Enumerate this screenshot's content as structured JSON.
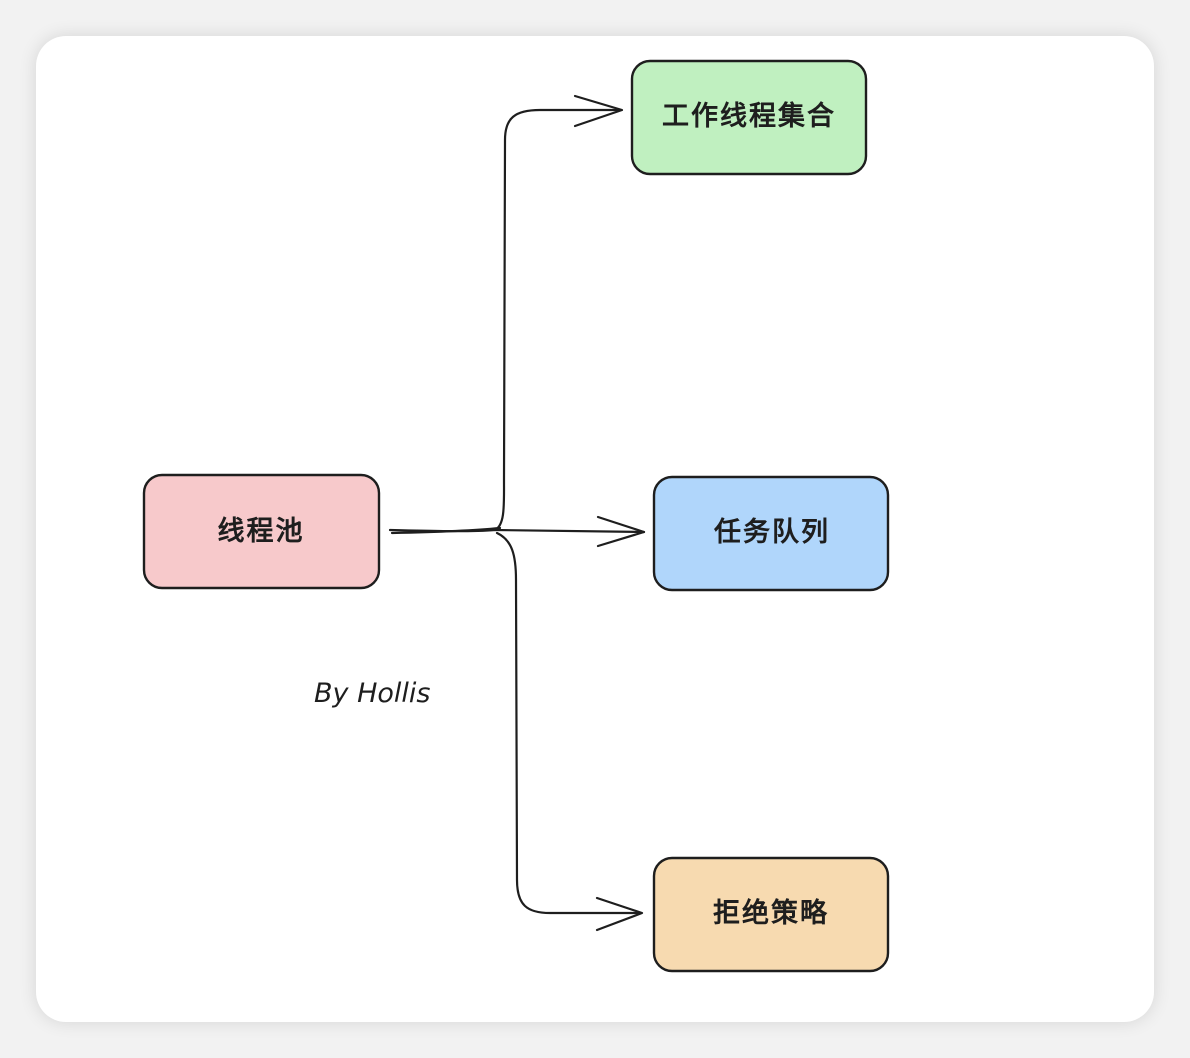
{
  "diagram": {
    "root": {
      "label": "线程池",
      "fill": "#f7c9cb"
    },
    "children": [
      {
        "label": "工作线程集合",
        "fill": "#c0f0c0"
      },
      {
        "label": "任务队列",
        "fill": "#b0d6fb"
      },
      {
        "label": "拒绝策略",
        "fill": "#f7dab0"
      }
    ],
    "author": "By Hollis"
  },
  "colors": {
    "stroke": "#1e1e1e",
    "canvas": "#ffffff"
  }
}
